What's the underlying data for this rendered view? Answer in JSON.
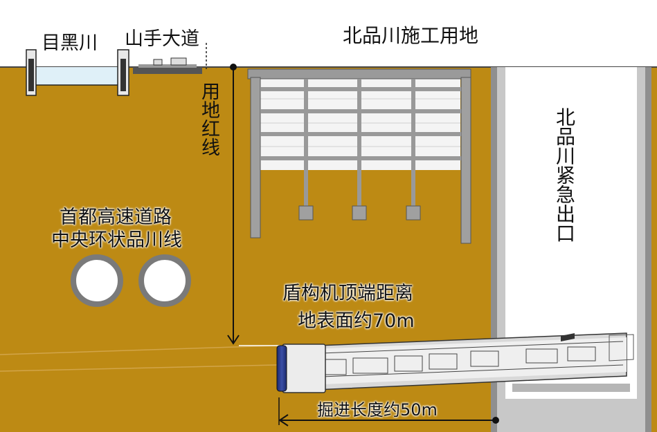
{
  "labels": {
    "meguro_river": "目黑川",
    "yamate_dori": "山手大道",
    "kitashinagawa_site": "北品川施工用地",
    "property_line": "用地红线",
    "expressway_line1": "首都高速道路",
    "expressway_line2": "中央环状品川线",
    "emergency_exit": "北品川紧急出口",
    "depth_line1": "盾构机顶端距离",
    "depth_line2": "地表面约70m",
    "excavation_length": "掘进长度约50m"
  },
  "colors": {
    "soil": "#bd8a14",
    "soil_dark": "#a57810",
    "shaft_wall": "#a9a9a9",
    "shaft_frame": "#8f8f8f",
    "water": "#dff0f8",
    "tunnel_ring": "#7a7a7a",
    "shield_blue": "#23307a"
  }
}
